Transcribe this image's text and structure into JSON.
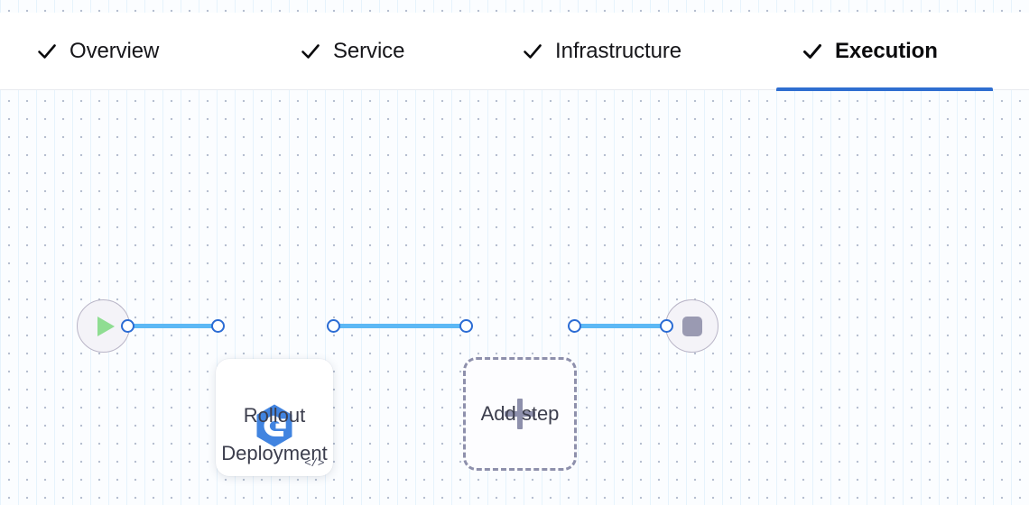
{
  "tabs": [
    {
      "id": "overview",
      "label": "Overview",
      "icon": "check-icon",
      "completed": true,
      "active": false
    },
    {
      "id": "service",
      "label": "Service",
      "icon": "check-icon",
      "completed": true,
      "active": false
    },
    {
      "id": "infrastructure",
      "label": "Infrastructure",
      "icon": "check-icon",
      "completed": true,
      "active": false
    },
    {
      "id": "execution",
      "label": "Execution",
      "icon": "check-icon",
      "completed": true,
      "active": true
    }
  ],
  "graph": {
    "start_node": {
      "icon": "play-icon",
      "label": ""
    },
    "end_node": {
      "icon": "stop-icon",
      "label": ""
    },
    "step": {
      "label": "Rollout\nDeployment",
      "icon": "rollout-deployment-icon",
      "badge_icon": "code-icon",
      "badge_text": "</>"
    },
    "add_step": {
      "label": "Add step",
      "icon": "plus-icon"
    }
  },
  "colors": {
    "accent": "#2f6ed0",
    "edge": "#5cb8f5",
    "port_ring": "#2b6cd4",
    "step_icon": "#4184e0",
    "play": "#8fdd92",
    "stop": "#9a9ab2",
    "dashed_border": "#8e90ac",
    "label_text": "#3c3e4d",
    "canvas_bg": "#fbfdff"
  }
}
